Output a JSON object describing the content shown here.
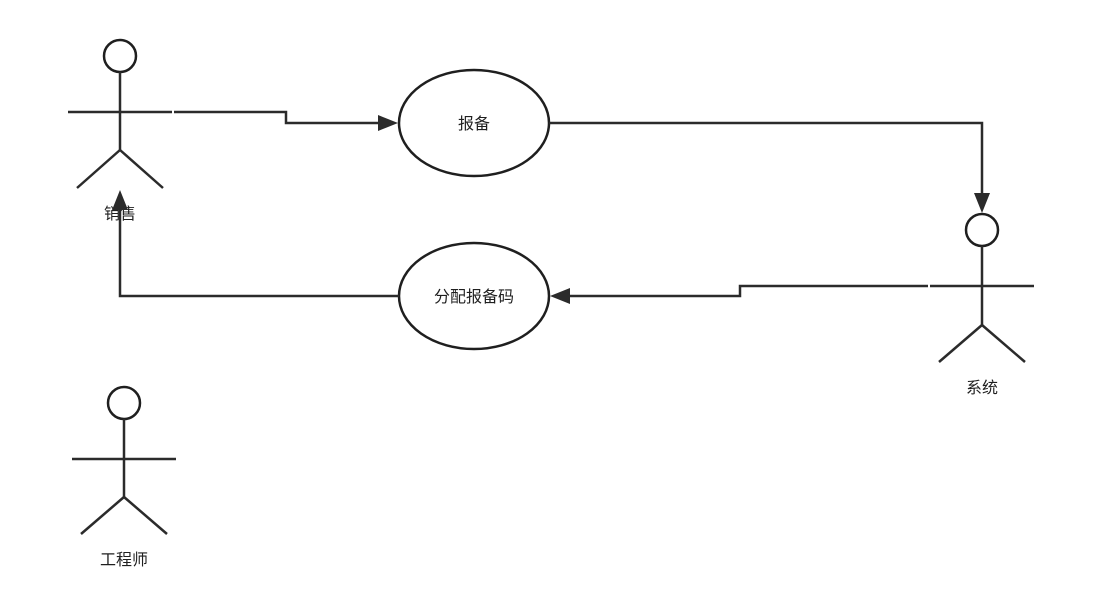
{
  "actors": {
    "sales": {
      "label": "销售"
    },
    "system": {
      "label": "系统"
    },
    "engineer": {
      "label": "工程师"
    }
  },
  "use_cases": {
    "report": {
      "label": "报备"
    },
    "assign_code": {
      "label": "分配报备码"
    }
  },
  "colors": {
    "stroke": "#1f1f1f",
    "connector": "#2b2b2b",
    "background": "#ffffff"
  }
}
